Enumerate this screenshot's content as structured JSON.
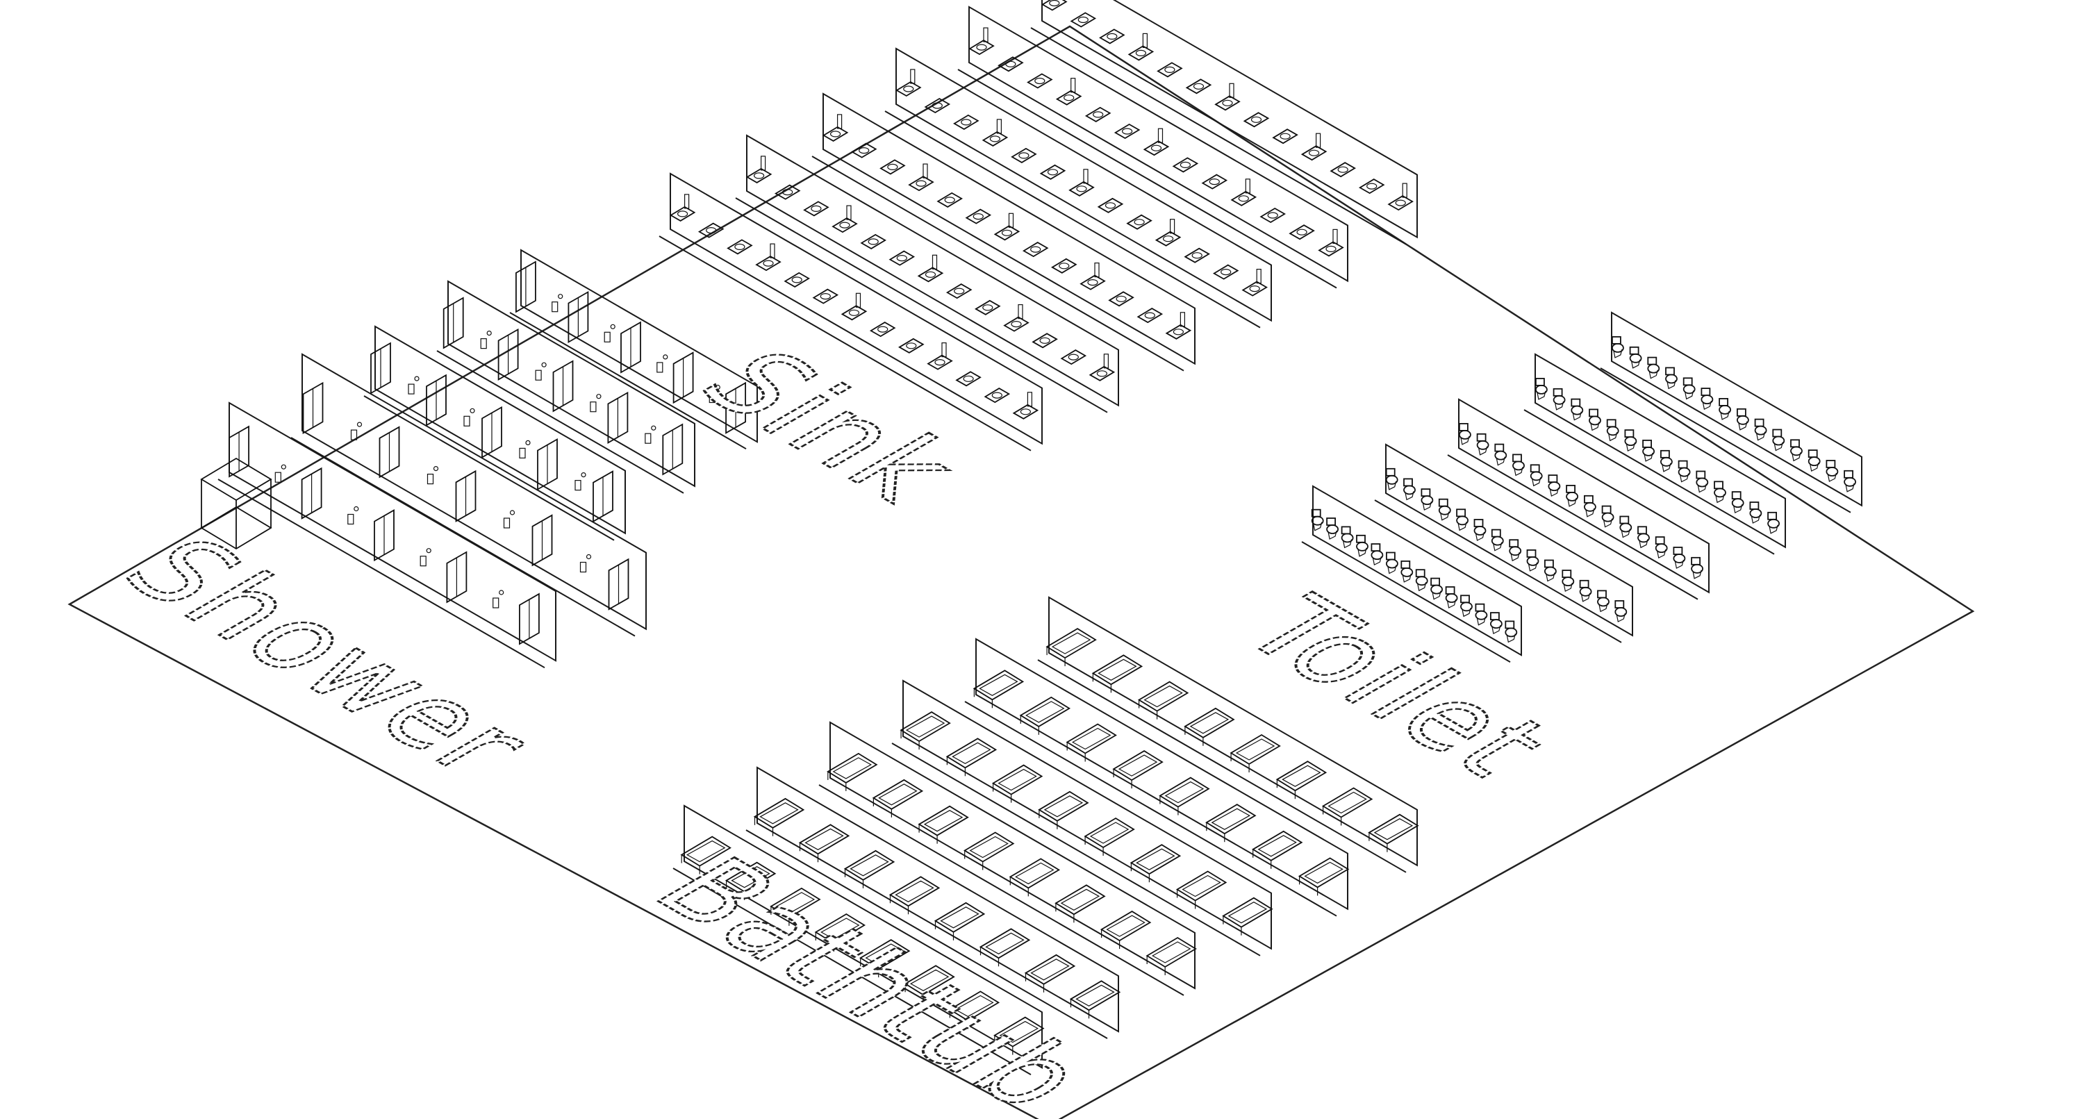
{
  "categories": {
    "shower": "Shower",
    "sink": "Sink",
    "toilet": "Toilet",
    "bathtub": "Bathtub"
  },
  "colors": {
    "line": "#111111",
    "background": "#ffffff"
  }
}
